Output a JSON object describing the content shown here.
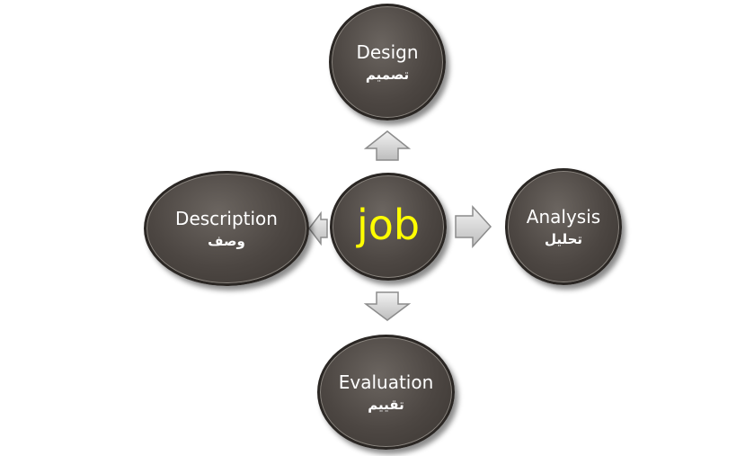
{
  "diagram": {
    "center": {
      "label": "job",
      "label_color": "#ffff00"
    },
    "nodes": {
      "design": {
        "en": "Design",
        "ar": "تصميم"
      },
      "analysis": {
        "en": "Analysis",
        "ar": "تحليل"
      },
      "evaluation": {
        "en": "Evaluation",
        "ar": "تقييم"
      },
      "description": {
        "en": "Description",
        "ar": "وصف"
      }
    },
    "node_color": "#4c4642",
    "arrow_color": "#d9d9d9",
    "arrows": [
      "up",
      "right",
      "down",
      "left"
    ]
  }
}
